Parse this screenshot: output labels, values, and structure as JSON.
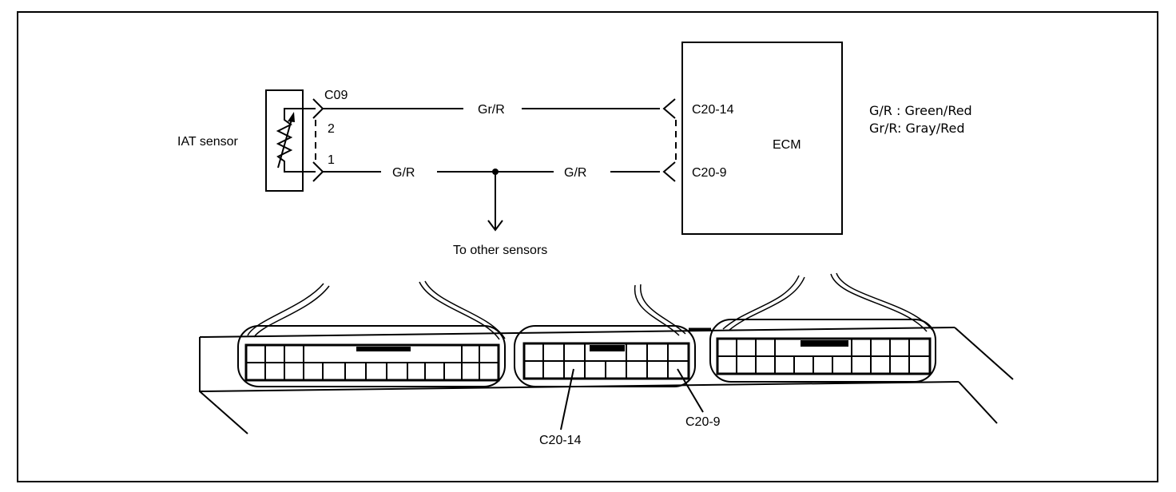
{
  "sensor": {
    "name": "IAT sensor",
    "connector": "C09",
    "pin_top": "2",
    "pin_bottom": "1"
  },
  "ecm": {
    "name": "ECM",
    "pin_top": "C20-14",
    "pin_bottom": "C20-9"
  },
  "wires": {
    "top": "Gr/R",
    "bottom_left": "G/R",
    "bottom_right": "G/R"
  },
  "branch": {
    "label": "To other sensors"
  },
  "legend": [
    {
      "code": "G/R",
      "sep": " : ",
      "desc": "Green/Red"
    },
    {
      "code": "Gr/R",
      "sep": ": ",
      "desc": "Gray/Red"
    }
  ],
  "callouts": {
    "left": "C20-14",
    "right": "C20-9"
  }
}
